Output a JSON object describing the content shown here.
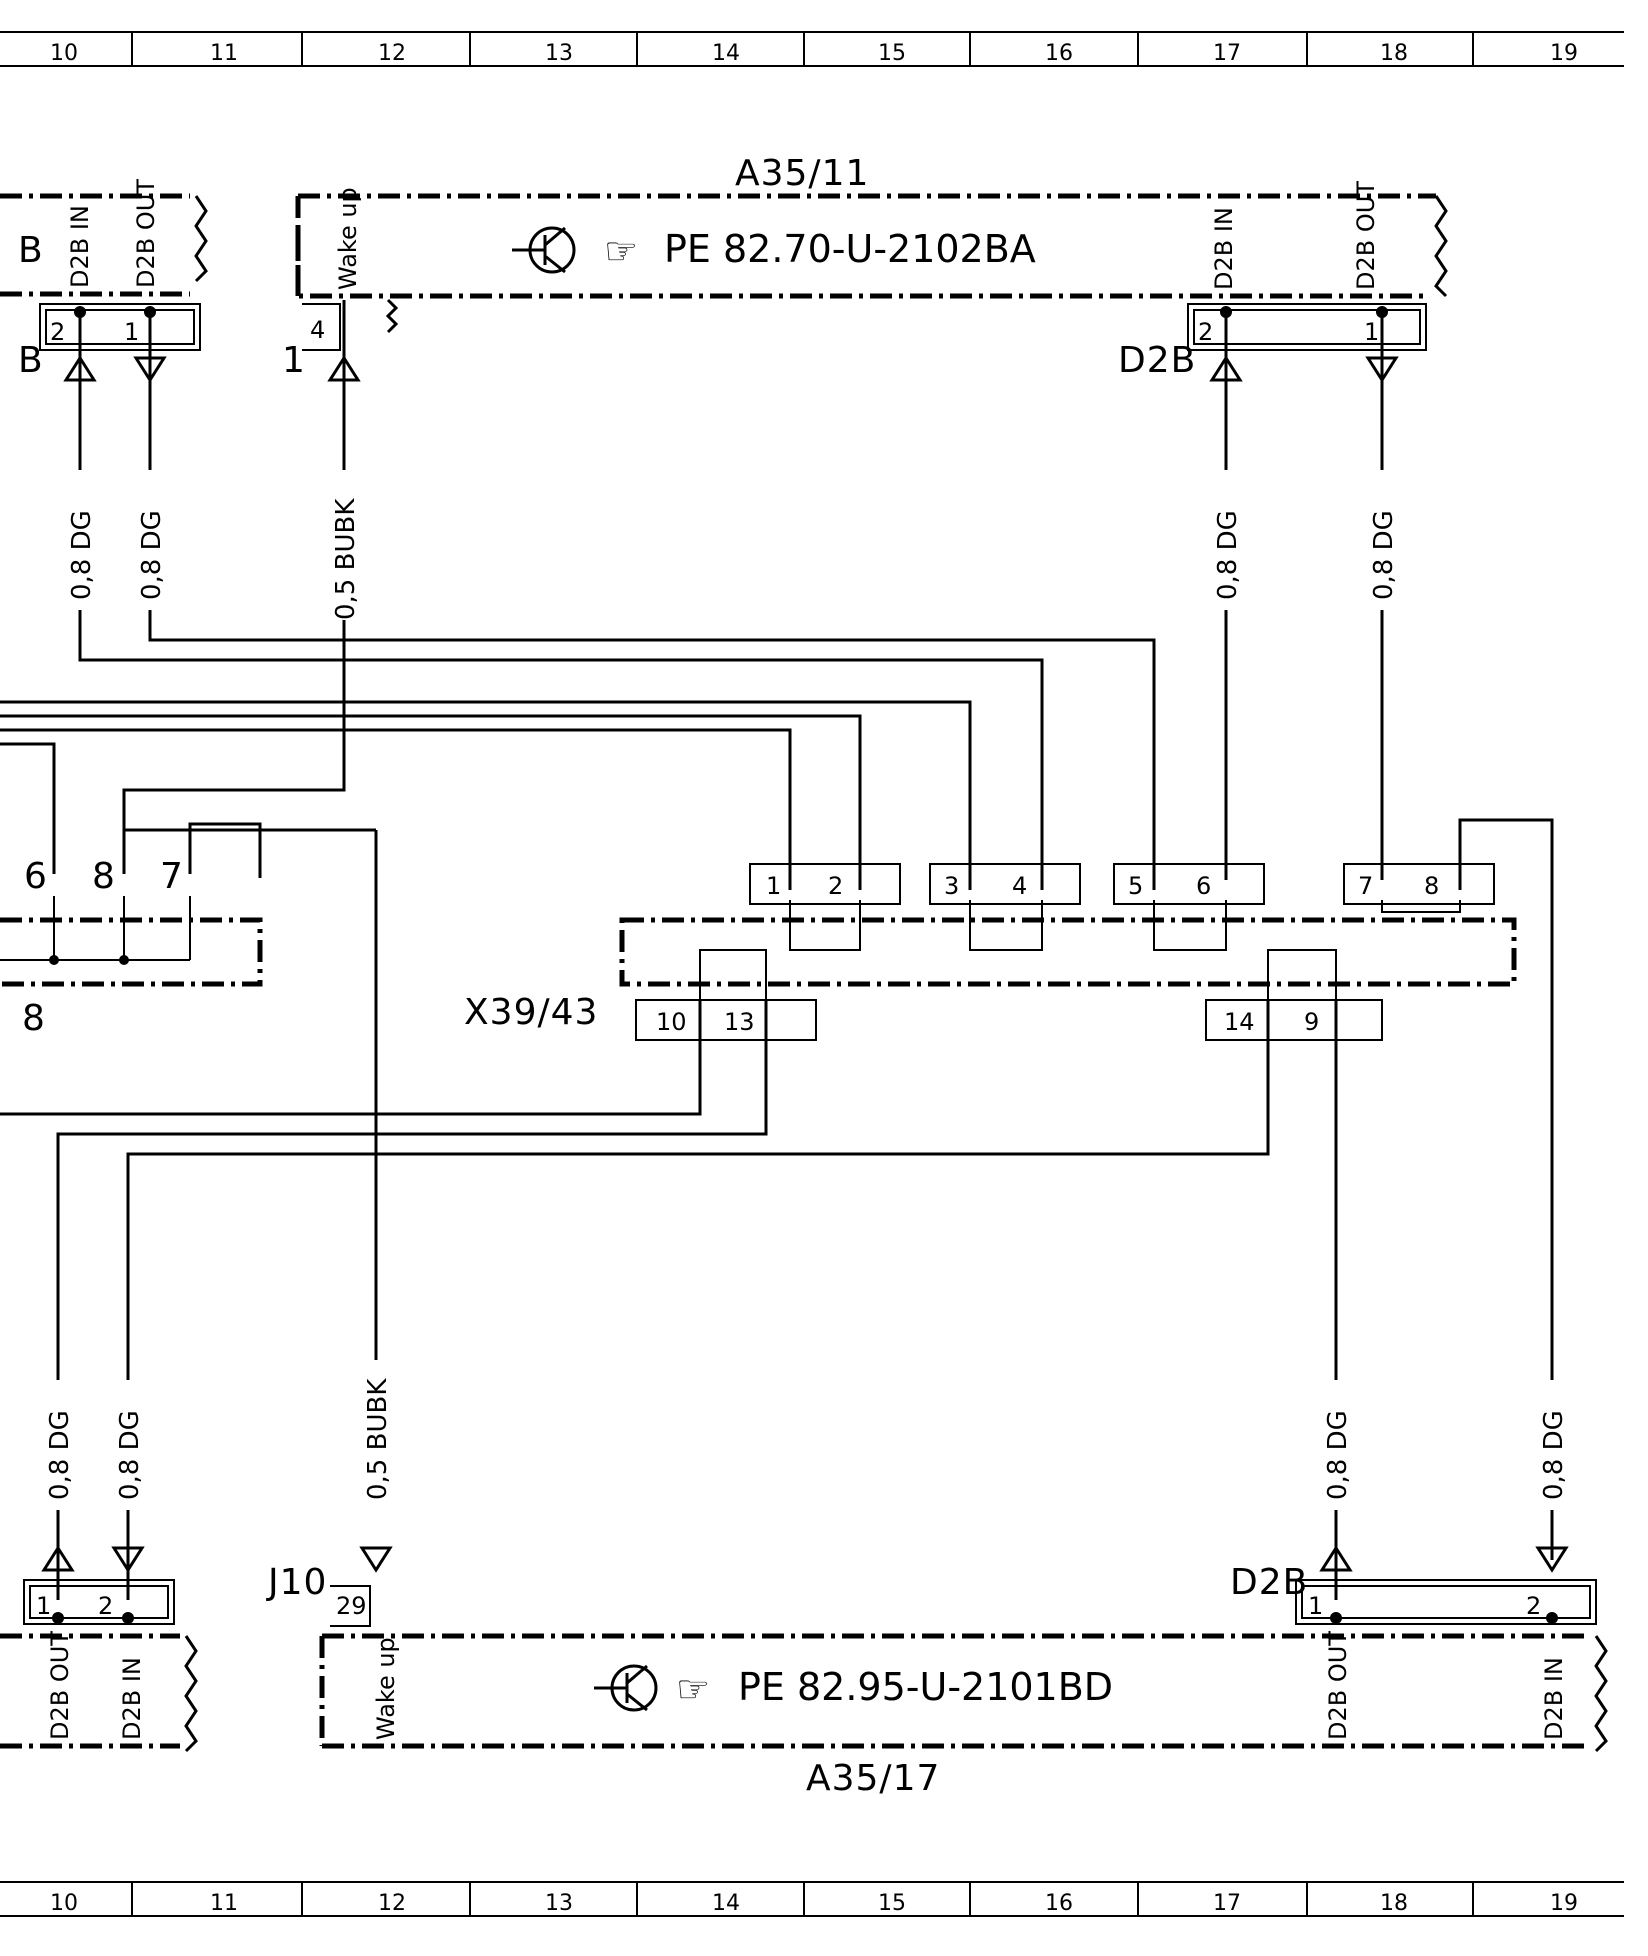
{
  "grid_top": [
    "10",
    "11",
    "12",
    "13",
    "14",
    "15",
    "16",
    "17",
    "18",
    "19"
  ],
  "grid_bottom": [
    "10",
    "11",
    "12",
    "13",
    "14",
    "15",
    "16",
    "17",
    "18",
    "19"
  ],
  "components": {
    "a35_11": {
      "name": "A35/11",
      "ref": "PE 82.70-U-2102BA",
      "wake_up": "Wake up",
      "d2b_in": "D2B IN",
      "d2b_out": "D2B OUT",
      "pin_wake": "4",
      "pin_in": "2",
      "pin_out": "1",
      "conn_label": "D2B",
      "wake_conn_label": "1"
    },
    "a35_17": {
      "name": "A35/17",
      "ref": "PE 82.95-U-2101BD",
      "wake_up": "Wake up",
      "d2b_out": "D2B OUT",
      "d2b_in": "D2B IN",
      "pin_wake": "29",
      "pin_out": "1",
      "pin_in": "2",
      "conn_label": "D2B",
      "wake_conn_label": "J10"
    },
    "left_top": {
      "partial_label": "B",
      "conn_label": "B",
      "d2b_in": "D2B IN",
      "d2b_out": "D2B OUT",
      "pin_in": "2",
      "pin_out": "1"
    },
    "left_mid": {
      "partial_label": "8",
      "pins": [
        "6",
        "8",
        "7"
      ]
    },
    "left_bottom": {
      "d2b_out": "D2B OUT",
      "d2b_in": "D2B IN",
      "pin_out": "1",
      "pin_in": "2"
    },
    "x39_43": {
      "name": "X39/43",
      "pins_top": [
        "1",
        "2",
        "3",
        "4",
        "5",
        "6",
        "7",
        "8"
      ],
      "pins_bottom": [
        "10",
        "13",
        "14",
        "9"
      ]
    }
  },
  "wires": {
    "w1": "0,8 DG",
    "w2": "0,8 DG",
    "w3": "0,5 BUBK",
    "w4": "0,8 DG",
    "w5": "0,8 DG",
    "w6": "0,8 DG",
    "w7": "0,8 DG",
    "w8": "0,5 BUBK",
    "w9": "0,8 DG",
    "w10": "0,8 DG"
  }
}
